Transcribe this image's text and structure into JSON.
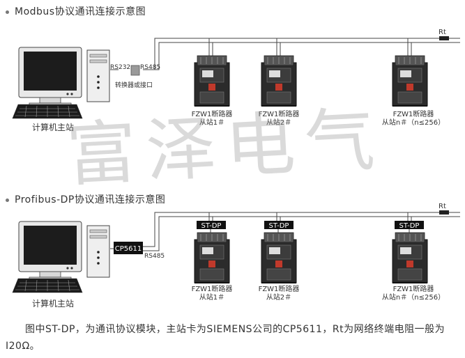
{
  "watermark": "富泽电气",
  "diagram1": {
    "title": "Modbus协议通讯连接示意图",
    "pc_label": "计算机主站",
    "rs232": "RS232",
    "rs485": "RS485",
    "converter_label": "转换器或接口",
    "rt": "Rt",
    "breakers": [
      {
        "name": "FZW1断路器",
        "station": "从站1＃"
      },
      {
        "name": "FZW1断路器",
        "station": "从站2＃"
      },
      {
        "name": "FZW1断路器",
        "station": "从站n＃（n≤256）"
      }
    ]
  },
  "diagram2": {
    "title": "Profibus-DP协议通讯连接示意图",
    "pc_label": "计算机主站",
    "card": "CP5611",
    "rs485": "RS485",
    "rt": "Rt",
    "module": "ST-DP",
    "breakers": [
      {
        "name": "FZW1断路器",
        "station": "从站1＃"
      },
      {
        "name": "FZW1断路器",
        "station": "从站2＃"
      },
      {
        "name": "FZW1断路器",
        "station": "从站n＃（n≤256）"
      }
    ]
  },
  "caption": "图中ST-DP，为通讯协议模块，主站卡为SIEMENS公司的CP5611，Rt为网络终端电阻一般为I20Ω。"
}
